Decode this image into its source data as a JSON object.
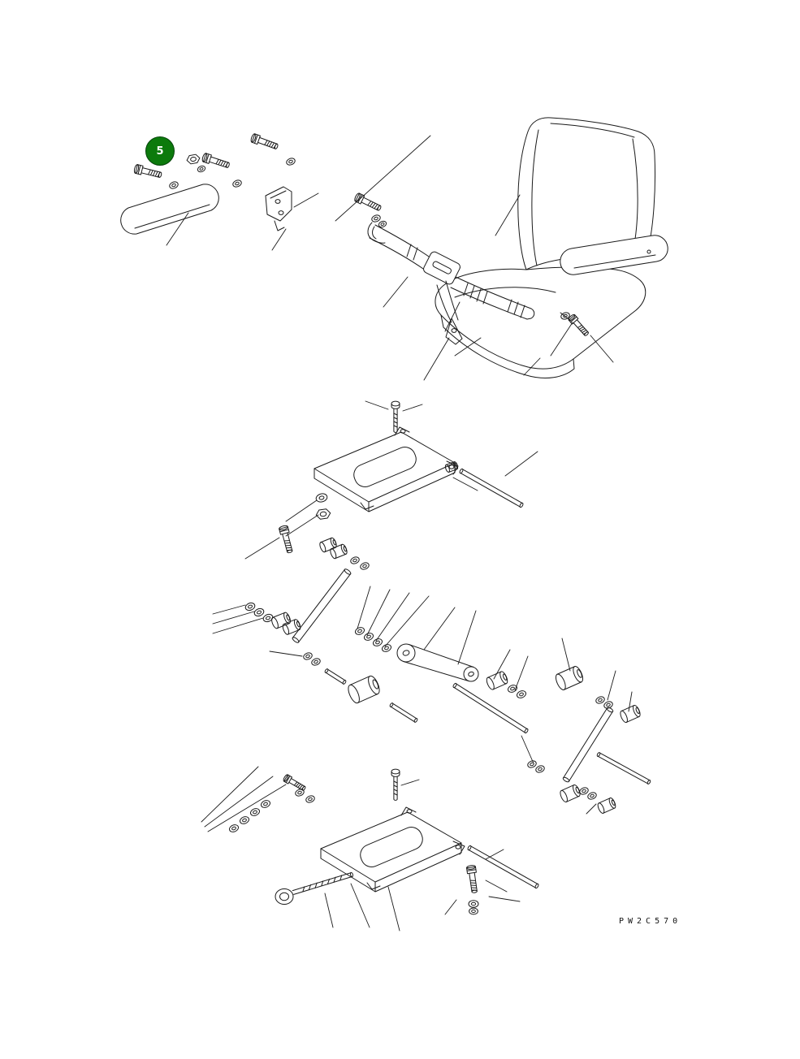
{
  "page": {
    "background": "#ffffff",
    "line_color": "#1a1a1a"
  },
  "callout": {
    "label": "5",
    "fill": "#0c7a0c",
    "text_color": "#ffffff"
  },
  "footer": {
    "drawing_code": "PW2C570"
  },
  "diagram": {
    "kind": "exploded-parts-diagram",
    "subject": "operator-seat-assembly",
    "parts": [
      "seat-backrest",
      "seat-cushion",
      "armrest-left",
      "armrest-right",
      "seat-belt",
      "belt-buckle",
      "belt-anchor-bolt",
      "mounting-bracket",
      "upper-slide-plate",
      "lower-slide-plate",
      "suspension-link-arm",
      "pivot-link",
      "roller",
      "bushing",
      "washer",
      "spring-washer",
      "bolt",
      "nut",
      "machine-screw",
      "adjuster-screw",
      "connecting-rod"
    ]
  }
}
